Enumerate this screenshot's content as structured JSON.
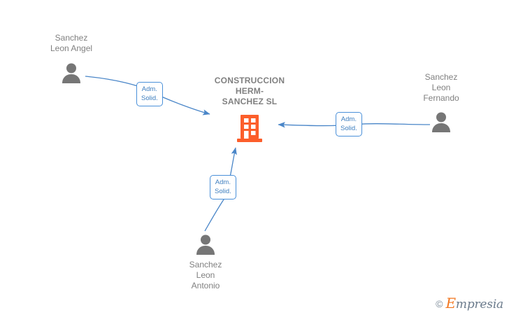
{
  "diagram": {
    "type": "company-relationship-graph",
    "colors": {
      "company_icon": "#fc5e2b",
      "person_icon": "#767676",
      "edge": "#4a86c8",
      "label_border": "#4a90d9",
      "label_text": "#3d7ebf",
      "node_text": "#808080",
      "background": "#ffffff"
    },
    "company": {
      "name": "CONSTRUCCION HERM- SANCHEZ SL",
      "name_lines": "CONSTRUCCION\nHERM-\nSANCHEZ  SL",
      "icon": "building-icon"
    },
    "people": [
      {
        "id": "sanchez-leon-angel",
        "name": "Sanchez Leon Angel",
        "name_lines": "Sanchez\nLeon Angel",
        "icon": "person-icon",
        "caption_position": "above"
      },
      {
        "id": "sanchez-leon-fernando",
        "name": "Sanchez Leon Fernando",
        "name_lines": "Sanchez\nLeon\nFernando",
        "icon": "person-icon",
        "caption_position": "above"
      },
      {
        "id": "sanchez-leon-antonio",
        "name": "Sanchez Leon Antonio",
        "name_lines": "Sanchez\nLeon\nAntonio",
        "icon": "person-icon",
        "caption_position": "below"
      }
    ],
    "relations": [
      {
        "id": "rel-angel",
        "from": "sanchez-leon-angel",
        "to": "company",
        "label_lines": [
          "Adm.",
          "Solid."
        ],
        "label_full": "Adm. Solid."
      },
      {
        "id": "rel-fernando",
        "from": "sanchez-leon-fernando",
        "to": "company",
        "label_lines": [
          "Adm.",
          "Solid."
        ],
        "label_full": "Adm. Solid."
      },
      {
        "id": "rel-antonio",
        "from": "sanchez-leon-antonio",
        "to": "company",
        "label_lines": [
          "Adm.",
          "Solid."
        ],
        "label_full": "Adm. Solid."
      }
    ]
  },
  "watermark": {
    "copyright": "©",
    "brand_initial": "E",
    "brand_rest": "mpresia",
    "brand": "Empresia"
  }
}
